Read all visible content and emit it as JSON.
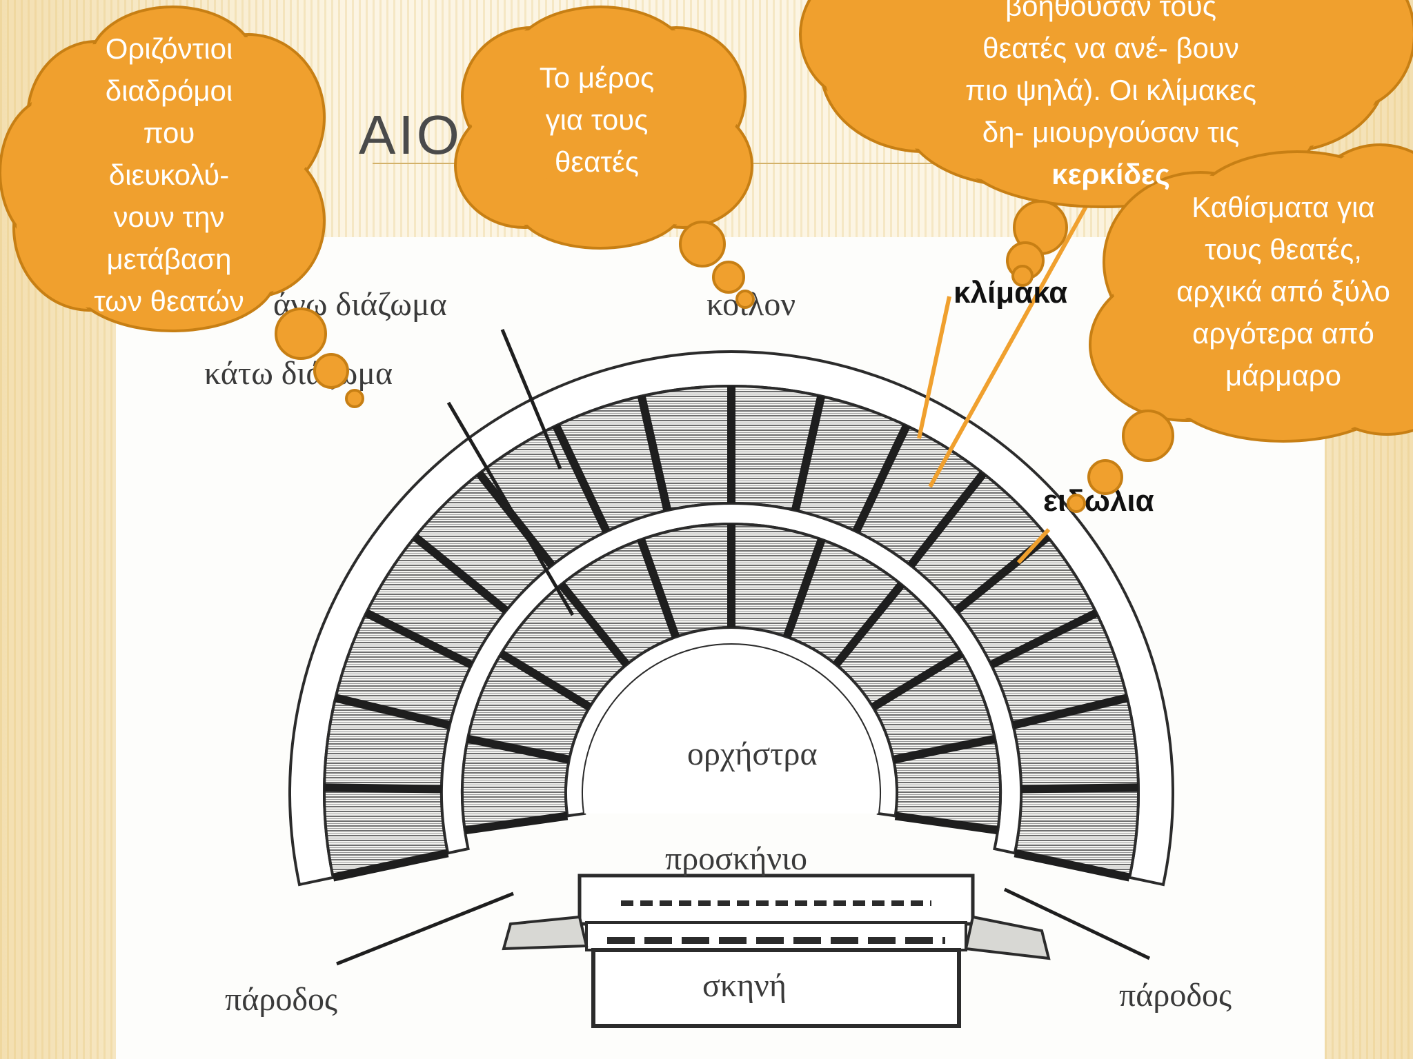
{
  "slide": {
    "title_fragment": "ΑΙΟ",
    "subtitle_fragment": "Γι"
  },
  "diagram_labels": {
    "ano_diazoma": "άνω διάζωμα",
    "kato_diazoma": "κάτω διάζωμα",
    "koilon": "κοίλον",
    "klimaka": "κλίμακα",
    "eidolia": "ειδωλια",
    "orchistra": "ορχήστρα",
    "proskinio": "προσκήνιο",
    "skini": "σκηνή",
    "parodos_left": "πάροδος",
    "parodos_right": "πάροδος"
  },
  "callouts": {
    "diazomata": {
      "lines": [
        "Οριζόντιοι",
        "διαδρόμοι",
        "που",
        "διευκολύ-",
        "νουν την",
        "μετάβαση",
        "των θεατών"
      ]
    },
    "koilon": {
      "lines": [
        "Το μέρος",
        "για τους",
        "θεατές"
      ]
    },
    "klimakes": {
      "lines": [
        "βοηθούσαν τους",
        "θεατές να ανέ- βουν",
        "πιο ψηλά). Οι κλίμακες",
        "δη- μιουργούσαν τις"
      ],
      "bold_line": "κερκίδες"
    },
    "edolia": {
      "lines": [
        "Καθίσματα για",
        "τους θεατές,",
        "αρχικά από ξύλο",
        "αργότερα από",
        "μάρμαρο"
      ]
    }
  },
  "colors": {
    "cloud_fill": "#f0a02e",
    "cloud_stroke": "#c77f14",
    "connector_line": "#f0a02e",
    "title_rule": "#d3b16a"
  }
}
